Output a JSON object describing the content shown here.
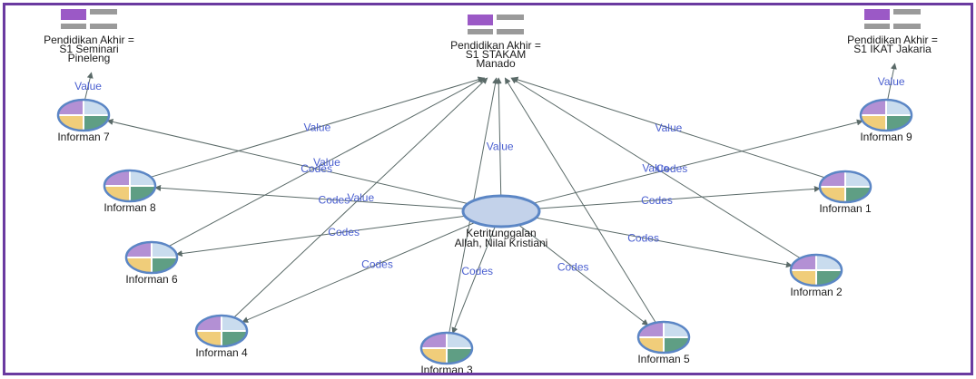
{
  "colors": {
    "border": "#6a3aa0",
    "edge": "#5a6a68",
    "edge_label": "#4a5fd0",
    "center_fill": "#c3d2ea",
    "center_stroke": "#5b86c5",
    "q_purple": "#b390d4",
    "q_blue": "#c9dcee",
    "q_yellow": "#f0cd7a",
    "q_green": "#5f9e84",
    "doc_purple": "#9b59c6",
    "doc_gray": "#9a9a9a"
  },
  "center": {
    "name": "center-code",
    "label_lines": [
      "Ketritunggalan",
      "Allah, Nilai Kristiani"
    ]
  },
  "documents": [
    {
      "id": "d7",
      "name": "document-seminari-pineleng",
      "lines": [
        "Pendidikan Akhir =",
        "S1 Seminari",
        "Pineleng"
      ]
    },
    {
      "id": "dc",
      "name": "document-stakam-manado",
      "lines": [
        "Pendidikan Akhir =",
        "S1 STAKAM",
        "Manado"
      ]
    },
    {
      "id": "d9",
      "name": "document-ikat-jakarta",
      "lines": [
        "Pendidikan Akhir =",
        "S1 IKAT Jakaria"
      ]
    }
  ],
  "informants": [
    {
      "id": "i7",
      "name": "informan-7",
      "label": "Informan 7"
    },
    {
      "id": "i8",
      "name": "informan-8",
      "label": "Informan 8"
    },
    {
      "id": "i6",
      "name": "informan-6",
      "label": "Informan 6"
    },
    {
      "id": "i4",
      "name": "informan-4",
      "label": "Informan 4"
    },
    {
      "id": "i3",
      "name": "informan-3",
      "label": "Informan 3"
    },
    {
      "id": "i5",
      "name": "informan-5",
      "label": "Informan 5"
    },
    {
      "id": "i2",
      "name": "informan-2",
      "label": "Informan 2"
    },
    {
      "id": "i1",
      "name": "informan-1",
      "label": "Informan 1"
    },
    {
      "id": "i9",
      "name": "informan-9",
      "label": "Informan 9"
    }
  ],
  "edges": [
    {
      "from": "i7",
      "to": "d7",
      "label": "Value"
    },
    {
      "from": "i9",
      "to": "d9",
      "label": "Value"
    },
    {
      "from": "i8",
      "to": "dc",
      "label": "Value"
    },
    {
      "from": "i6",
      "to": "dc",
      "label": "Value"
    },
    {
      "from": "i4",
      "to": "dc",
      "label": "Value"
    },
    {
      "from": "i3",
      "to": "dc",
      "label": ""
    },
    {
      "from": "i5",
      "to": "dc",
      "label": ""
    },
    {
      "from": "i2",
      "to": "dc",
      "label": "Value"
    },
    {
      "from": "i1",
      "to": "dc",
      "label": "Value"
    },
    {
      "from": "center",
      "to": "i7",
      "label": "Codes"
    },
    {
      "from": "center",
      "to": "i8",
      "label": "Codes"
    },
    {
      "from": "center",
      "to": "i6",
      "label": "Codes"
    },
    {
      "from": "center",
      "to": "i4",
      "label": "Codes"
    },
    {
      "from": "center",
      "to": "i3",
      "label": "Codes"
    },
    {
      "from": "center",
      "to": "i5",
      "label": "Codes"
    },
    {
      "from": "center",
      "to": "i2",
      "label": "Codes"
    },
    {
      "from": "center",
      "to": "i1",
      "label": "Codes"
    },
    {
      "from": "center",
      "to": "i9",
      "label": "Codes"
    },
    {
      "from": "center",
      "to": "dc",
      "label": "Value"
    }
  ]
}
